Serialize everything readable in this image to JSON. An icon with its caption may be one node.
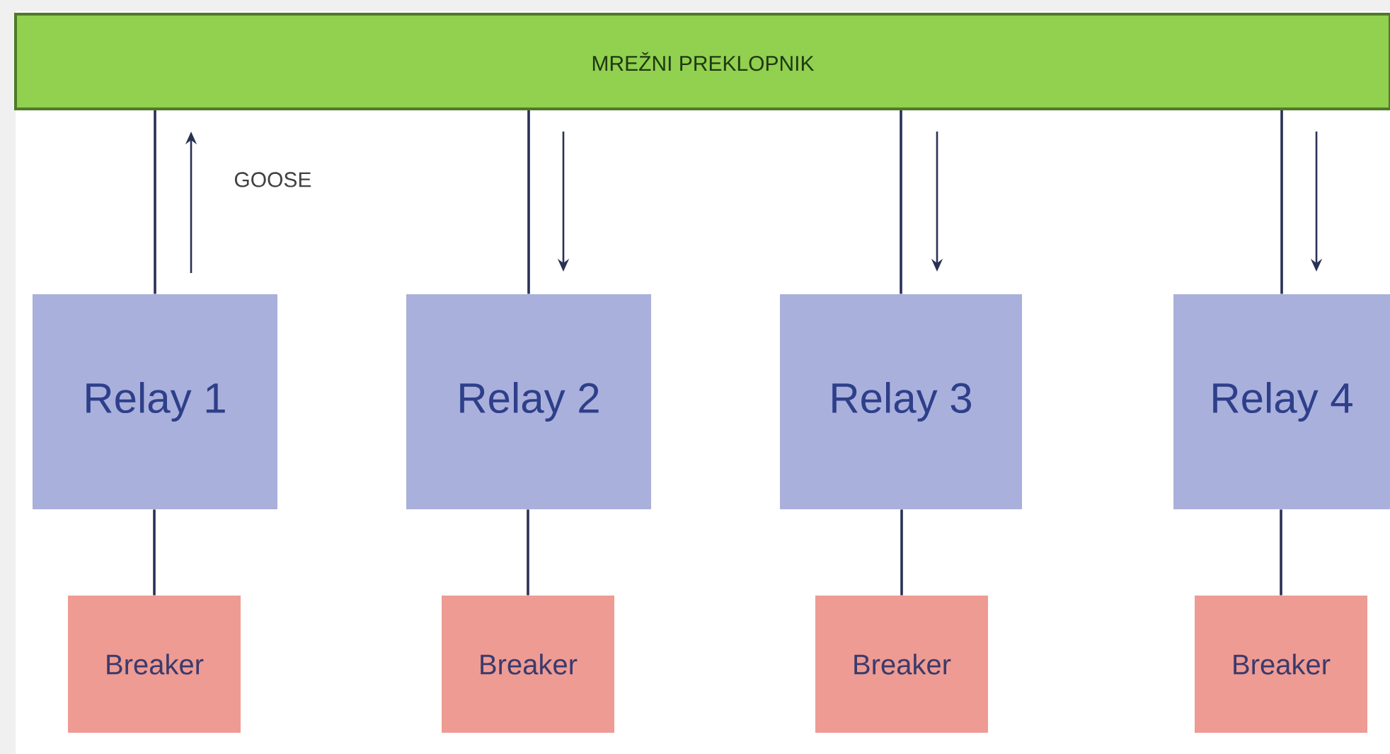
{
  "diagram": {
    "nodes": [
      {
        "text": [
          "MREŽNI PREKLOPNIK"
        ]
      },
      {
        "text": [
          "Relay 1"
        ]
      },
      {
        "text": [
          "Relay 2"
        ]
      },
      {
        "text": [
          "Relay 3"
        ]
      },
      {
        "text": [
          "Relay 4"
        ]
      },
      {
        "text": [
          "Breaker"
        ]
      },
      {
        "text": [
          "Breaker"
        ]
      },
      {
        "text": [
          "Breaker"
        ]
      },
      {
        "text": [
          "Breaker"
        ]
      }
    ],
    "edges": [
      {
        "from": 0,
        "to": 1,
        "arrow": "none"
      },
      {
        "from": 0,
        "to": 2,
        "arrow": "none"
      },
      {
        "from": 0,
        "to": 3,
        "arrow": "none"
      },
      {
        "from": 0,
        "to": 4,
        "arrow": "none"
      },
      {
        "from": 1,
        "to": 5,
        "arrow": "none"
      },
      {
        "from": 2,
        "to": 6,
        "arrow": "none"
      },
      {
        "from": 3,
        "to": 7,
        "arrow": "none"
      },
      {
        "from": 4,
        "to": 8,
        "arrow": "none"
      }
    ],
    "labels": [
      "GOOSE"
    ]
  }
}
